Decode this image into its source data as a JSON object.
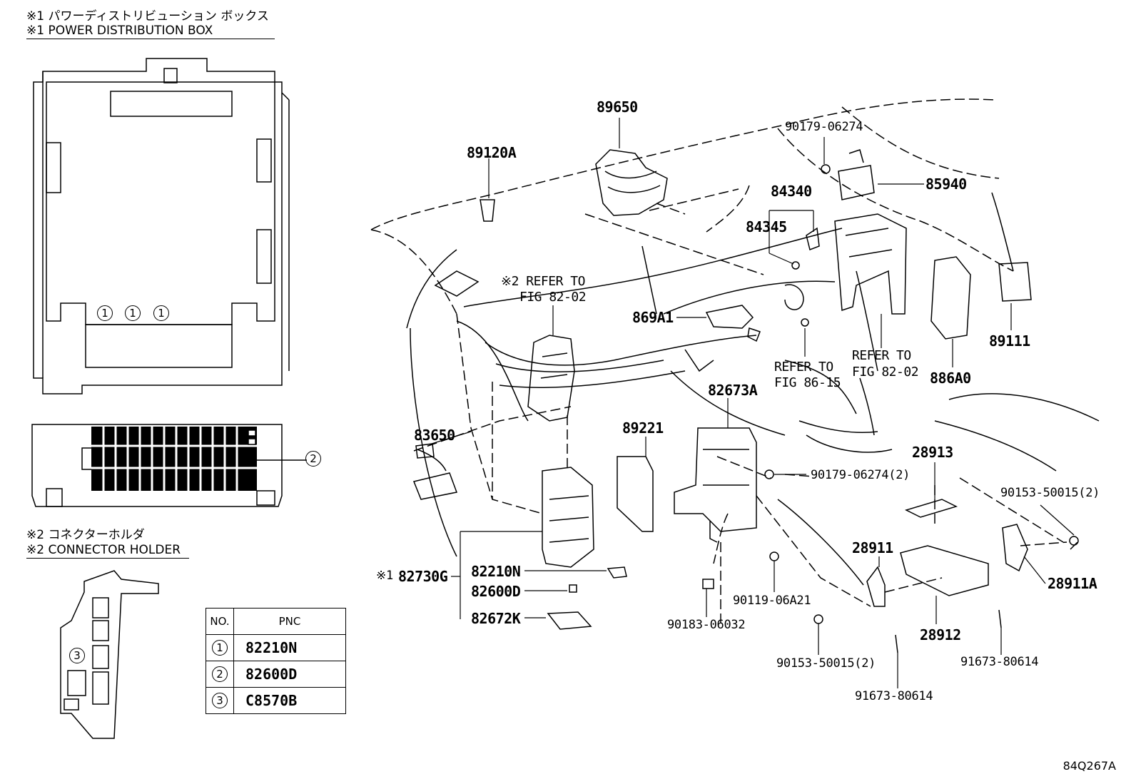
{
  "legend": {
    "note1_jp": "※1 パワーディストリビューション ボックス",
    "note1_en": "※1 POWER DISTRIBUTION BOX",
    "note2_jp": "※2 コネクターホルダ",
    "note2_en": "※2 CONNECTOR HOLDER"
  },
  "callouts": {
    "c1": "1",
    "c2": "2",
    "c3": "3"
  },
  "table": {
    "head_no": "NO.",
    "head_pnc": "PNC",
    "rows": [
      {
        "no": "1",
        "pnc": "82210N"
      },
      {
        "no": "2",
        "pnc": "82600D"
      },
      {
        "no": "3",
        "pnc": "C8570B"
      }
    ]
  },
  "parts": {
    "p89650": "89650",
    "p89120A": "89120A",
    "p90179_06274": "90179-06274",
    "p85940": "85940",
    "p84340": "84340",
    "p84345": "84345",
    "p869A1": "869A1",
    "p89111": "89111",
    "p886A0": "886A0",
    "p82673A": "82673A",
    "p89221": "89221",
    "p83650": "83650",
    "p28913": "28913",
    "p90179_06274_2": "90179-06274(2)",
    "p90153_50015_2a": "90153-50015(2)",
    "p28911": "28911",
    "p28911A": "28911A",
    "p28912": "28912",
    "p82730G": "82730G",
    "p82730G_mark": "※1",
    "p82210N": "82210N",
    "p82600D": "82600D",
    "p82672K": "82672K",
    "p90119_06A21": "90119-06A21",
    "p90183_06032": "90183-06032",
    "p90153_50015_2b": "90153-50015(2)",
    "p91673_80614a": "91673-80614",
    "p91673_80614b": "91673-80614"
  },
  "refs": {
    "ref_82_02_a_l1": "※2 REFER TO",
    "ref_82_02_a_l2": "FIG 82-02",
    "ref_86_15_l1": "REFER TO",
    "ref_86_15_l2": "FIG 86-15",
    "ref_82_02_b_l1": "REFER TO",
    "ref_82_02_b_l2": "FIG 82-02"
  },
  "figure_id": "84Q267A"
}
